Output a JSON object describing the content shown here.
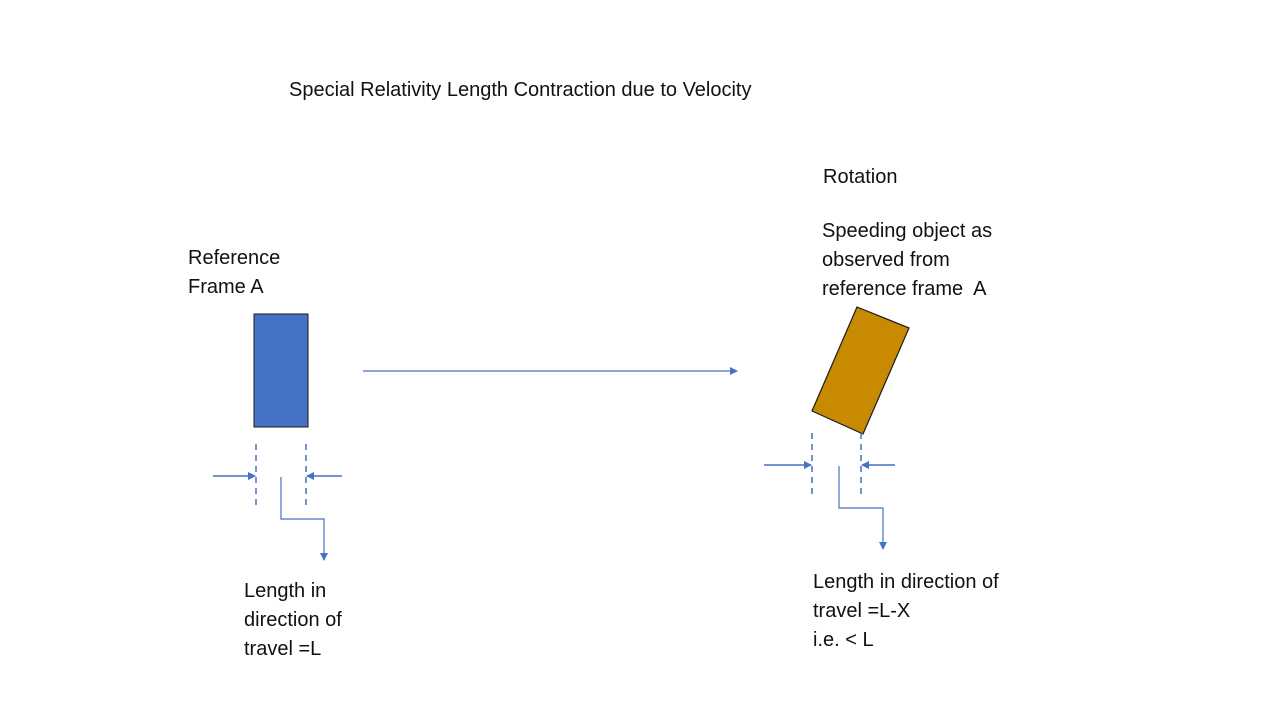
{
  "title": "Special Relativity Length Contraction due to Velocity",
  "labels": {
    "reference_frame": "Reference\nFrame A",
    "rotation": "Rotation",
    "observed": "Speeding object as\nobserved from\nreference frame  A",
    "length_rest": "Length in\ndirection of\ntravel =L",
    "length_moving": "Length in direction of\ntravel =L-X\ni.e. < L"
  },
  "colors": {
    "rest_object": "#4472C4",
    "moving_object": "#C88A00",
    "arrows": "#4472C4",
    "outline": "#1a1a1a",
    "text": "#111111"
  }
}
